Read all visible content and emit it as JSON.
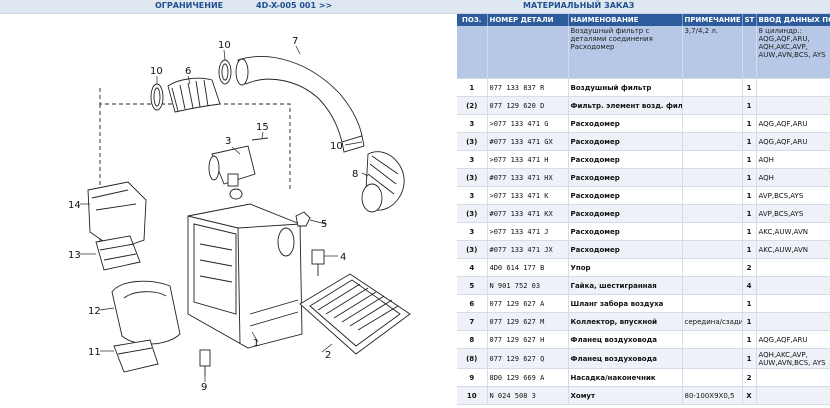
{
  "header": {
    "restriction_label": "ОГРАНИЧЕНИЕ",
    "restriction_code": "4D-X-005 001 >>",
    "material_order": "МАТЕРИАЛЬНЫЙ ЗАКАЗ"
  },
  "diagram": {
    "callouts": [
      "1",
      "2",
      "3",
      "4",
      "5",
      "6",
      "7",
      "8",
      "9",
      "10",
      "10",
      "11",
      "12",
      "13",
      "14",
      "15"
    ]
  },
  "table": {
    "columns": [
      "ПОЗ.",
      "НОМЕР ДЕТАЛИ",
      "НАИМЕНОВАНИЕ",
      "ПРИМЕЧАНИЕ",
      "ST",
      "ВВОД ДАННЫХ ПО"
    ],
    "selected": {
      "pos": "",
      "part": "",
      "name": "Воздушный фильтр с деталями соединения Расходомер",
      "note": "3,7/4,2 л.",
      "st": "",
      "data": "8 цилиндр.: AQG,AQF,ARU, AQH,AKC,AVP, AUW,AVN,BCS, AYS"
    },
    "rows": [
      {
        "pos": "1",
        "part": "077 133 837 R",
        "name": "Воздушный фильтр",
        "note": "",
        "st": "1",
        "data": ""
      },
      {
        "pos": "(2)",
        "part": "077 129 620 D",
        "name": "Фильтр. элемент возд. фильтра",
        "note": "",
        "st": "1",
        "data": ""
      },
      {
        "pos": "3",
        "part": ">077 133 471 G",
        "name": "Расходомер",
        "note": "",
        "st": "1",
        "data": "AQG,AQF,ARU"
      },
      {
        "pos": "(3)",
        "part": "#077 133 471 GX",
        "name": "Расходомер",
        "note": "",
        "st": "1",
        "data": "AQG,AQF,ARU"
      },
      {
        "pos": "3",
        "part": ">077 133 471 H",
        "name": "Расходомер",
        "note": "",
        "st": "1",
        "data": "AQH"
      },
      {
        "pos": "(3)",
        "part": "#077 133 471 HX",
        "name": "Расходомер",
        "note": "",
        "st": "1",
        "data": "AQH"
      },
      {
        "pos": "3",
        "part": ">077 133 471 K",
        "name": "Расходомер",
        "note": "",
        "st": "1",
        "data": "AVP,BCS,AYS"
      },
      {
        "pos": "(3)",
        "part": "#077 133 471 KX",
        "name": "Расходомер",
        "note": "",
        "st": "1",
        "data": "AVP,BCS,AYS"
      },
      {
        "pos": "3",
        "part": ">077 133 471 J",
        "name": "Расходомер",
        "note": "",
        "st": "1",
        "data": "AKC,AUW,AVN"
      },
      {
        "pos": "(3)",
        "part": "#077 133 471 JX",
        "name": "Расходомер",
        "note": "",
        "st": "1",
        "data": "AKC,AUW,AVN"
      },
      {
        "pos": "4",
        "part": "4D0 614 177 B",
        "name": "Упор",
        "note": "",
        "st": "2",
        "data": ""
      },
      {
        "pos": "5",
        "part": "N 901 752 03",
        "name": "Гайка, шестигранная",
        "note": "",
        "st": "4",
        "data": ""
      },
      {
        "pos": "6",
        "part": "077 129 627 A",
        "name": "Шланг забора воздуха",
        "note": "",
        "st": "1",
        "data": ""
      },
      {
        "pos": "7",
        "part": "077 129 627 M",
        "name": "Коллектор, впускной",
        "note": "середина/сзади",
        "st": "1",
        "data": ""
      },
      {
        "pos": "8",
        "part": "077 129 627 H",
        "name": "Фланец воздуховода",
        "note": "",
        "st": "1",
        "data": "AQG,AQF,ARU"
      },
      {
        "pos": "(8)",
        "part": "077 129 627 Q",
        "name": "Фланец воздуховода",
        "note": "",
        "st": "1",
        "data": "AQH,AKC,AVP, AUW,AVN,BCS, AYS"
      },
      {
        "pos": "9",
        "part": "8D0 129 669 A",
        "name": "Насадка/наконечник",
        "note": "",
        "st": "2",
        "data": ""
      },
      {
        "pos": "10",
        "part": "N 024 508 3",
        "name": "Хомут",
        "note": "80-100X9X0,5",
        "st": "X",
        "data": ""
      }
    ]
  }
}
